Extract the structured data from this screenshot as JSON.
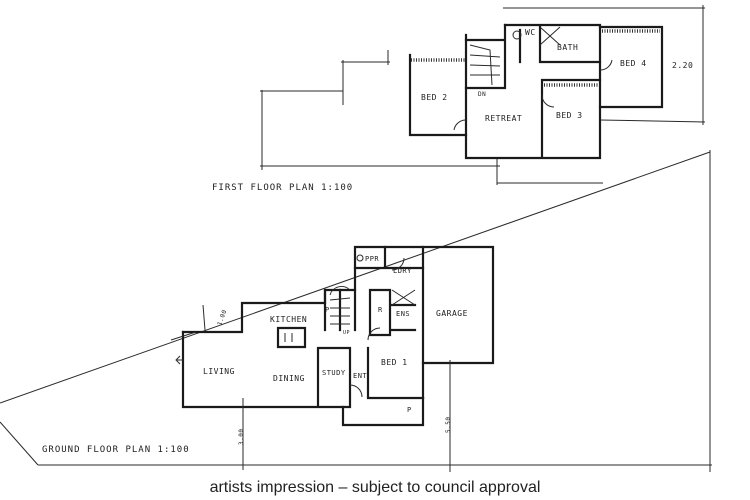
{
  "first_floor": {
    "title": "FIRST FLOOR PLAN 1:100",
    "rooms": {
      "wc": "WC",
      "bath": "BATH",
      "bed4": "BED 4",
      "bed2": "BED 2",
      "down": "DN",
      "retreat": "RETREAT",
      "bed3": "BED 3"
    },
    "dimension": "2.20"
  },
  "ground_floor": {
    "title": "GROUND FLOOR PLAN 1:100",
    "rooms": {
      "ppr": "PPR",
      "ldry": "LDRY",
      "kitchen": "KITCHEN",
      "pantry": "P",
      "up": "UP",
      "robe": "R",
      "ens": "ENS",
      "garage": "GARAGE",
      "living": "LIVING",
      "dining": "DINING",
      "study": "STUDY",
      "ent": "ENT",
      "bed1": "BED 1",
      "porch": "P"
    },
    "dimensions": {
      "setback_side": "1.00",
      "setback_front": "3.00",
      "setback_garage": "5.50"
    }
  },
  "caption": "artists impression – subject to council approval"
}
